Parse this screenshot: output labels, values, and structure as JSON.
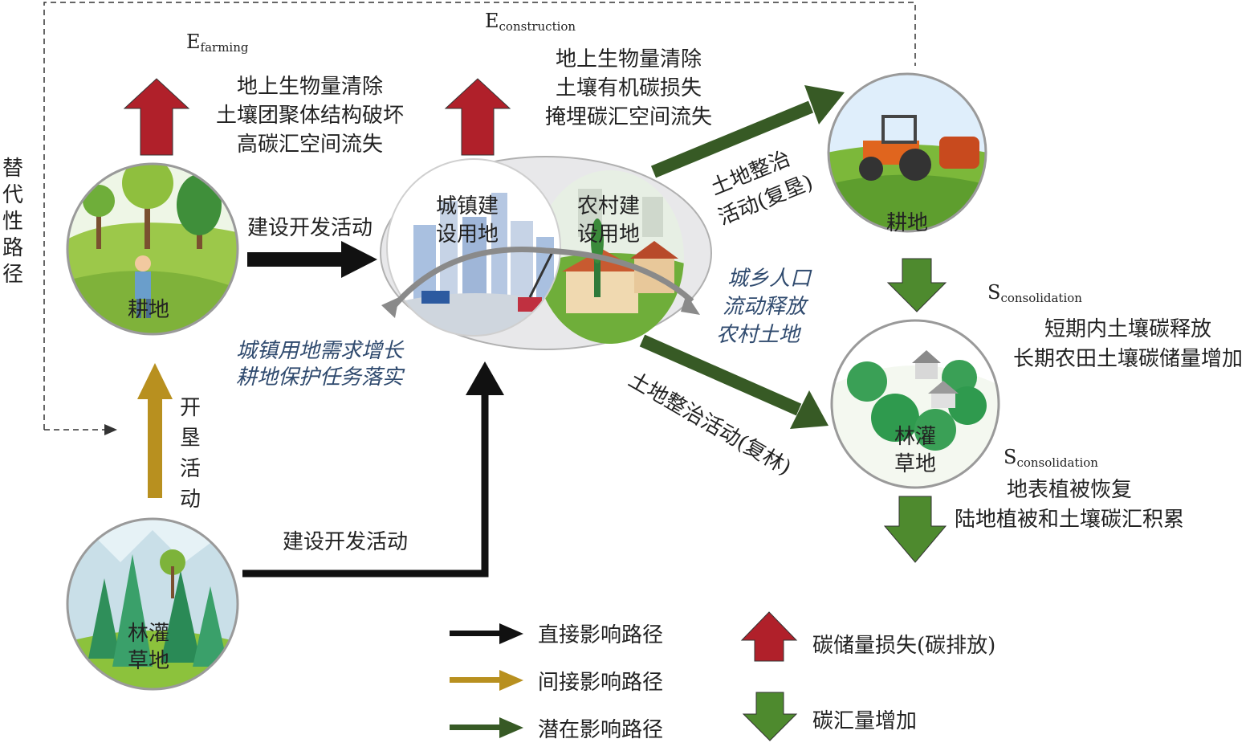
{
  "alt_path": {
    "label_chars": [
      "替",
      "代",
      "性",
      "路",
      "径"
    ]
  },
  "emissions": {
    "farming": {
      "symbol": "E",
      "sub": "farming",
      "lines": [
        "地上生物量清除",
        "土壤团聚体结构破坏",
        "高碳汇空间流失"
      ]
    },
    "construction": {
      "symbol": "E",
      "sub": "construction",
      "lines": [
        "地上生物量清除",
        "土壤有机碳损失",
        "掩埋碳汇空间流失"
      ]
    }
  },
  "nodes": {
    "farmland_left": {
      "label": "耕地"
    },
    "forest_left": {
      "label_lines": [
        "林灌",
        "草地"
      ]
    },
    "urban": {
      "label_lines": [
        "城镇建",
        "设用地"
      ]
    },
    "rural": {
      "label_lines": [
        "农村建",
        "设用地"
      ]
    },
    "farmland_right": {
      "label": "耕地"
    },
    "forest_right": {
      "label_lines": [
        "林灌",
        "草地"
      ]
    }
  },
  "flows": {
    "build_top": "建设开发活动",
    "build_bottom": "建设开发活动",
    "reclaim_chars": [
      "开",
      "垦",
      "活",
      "动"
    ],
    "urban_demand": [
      "城镇用地需求增长",
      "耕地保护任务落实"
    ],
    "rural_release": [
      "城乡人口",
      "流动释放",
      "农村土地"
    ],
    "consol_farm": [
      "土地整治",
      "活动(复垦)"
    ],
    "consol_forest": "土地整治活动(复林)"
  },
  "sinks": {
    "s1": {
      "symbol": "S",
      "sub": "consolidation",
      "lines": [
        "短期内土壤碳释放",
        "长期农田土壤碳储量增加"
      ]
    },
    "s2": {
      "symbol": "S",
      "sub": "consolidation",
      "lines": [
        "地表植被恢复",
        "陆地植被和土壤碳汇积累"
      ]
    }
  },
  "legend": {
    "direct": "直接影响路径",
    "indirect": "间接影响路径",
    "potential": "潜在影响路径",
    "loss": "碳储量损失(碳排放)",
    "gain": "碳汇量增加"
  },
  "colors": {
    "direct": "#111111",
    "indirect": "#b8901f",
    "potential": "#375a25",
    "loss": "#b0202a",
    "gain": "#4e8a2e",
    "blue_text": "#2f4a6e"
  }
}
